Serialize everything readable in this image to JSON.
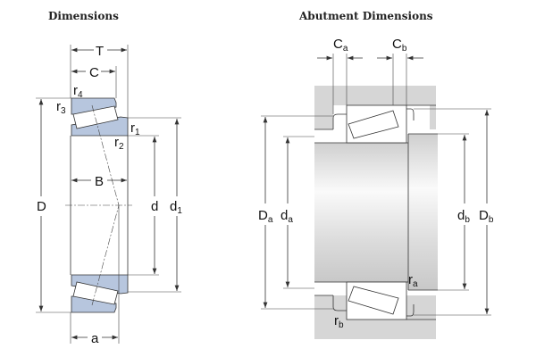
{
  "titles": {
    "left": "Dimensions",
    "right": "Abutment Dimensions"
  },
  "left_labels": {
    "T": "T",
    "C": "C",
    "r4": {
      "main": "r",
      "sub": "4"
    },
    "r3": {
      "main": "r",
      "sub": "3"
    },
    "r1": {
      "main": "r",
      "sub": "1"
    },
    "r2": {
      "main": "r",
      "sub": "2"
    },
    "B": "B",
    "D": "D",
    "d": "d",
    "d1": {
      "main": "d",
      "sub": "1"
    },
    "a": "a"
  },
  "right_labels": {
    "Ca": {
      "main": "C",
      "sub": "a"
    },
    "Cb": {
      "main": "C",
      "sub": "b"
    },
    "Da": {
      "main": "D",
      "sub": "a"
    },
    "da": {
      "main": "d",
      "sub": "a"
    },
    "db": {
      "main": "d",
      "sub": "b"
    },
    "Db": {
      "main": "D",
      "sub": "b"
    },
    "ra": {
      "main": "r",
      "sub": "a"
    },
    "rb": {
      "main": "r",
      "sub": "b"
    }
  },
  "colors": {
    "ring": "#b7c6de",
    "housing": "#d6d6d6"
  }
}
